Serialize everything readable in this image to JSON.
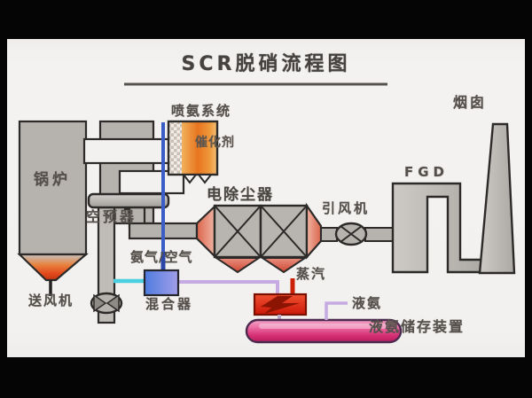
{
  "title": "SCR脱硝流程图",
  "components": {
    "boiler": "锅炉",
    "air_preheater": "空预器",
    "fd_fan": "送风机",
    "ammonia_injection_system": "喷氨系统",
    "catalyst": "催化剂",
    "esp": "电除尘器",
    "id_fan": "引风机",
    "fgd": "FGD",
    "stack": "烟囱",
    "ammonia_air": "氨气/空气",
    "mixer": "混合器",
    "steam": "蒸汽",
    "liquid_ammonia": "液氨",
    "ammonia_storage": "液氨储存装置"
  },
  "colors": {
    "label_text": "#55504b",
    "catalyst_orange": "#e8751f",
    "esp_salmon": "#e07055",
    "mixer_blue": "#4f7ce0",
    "tank_pink": "#d62f74",
    "evaporator_red": "#d81f08",
    "ammonia_line_blue": "#3a5ec6",
    "air_line_cyan": "#49cfe0",
    "ammonia_feed_lavender": "#c6abe2",
    "steam_pipe_red": "#cc2008"
  }
}
